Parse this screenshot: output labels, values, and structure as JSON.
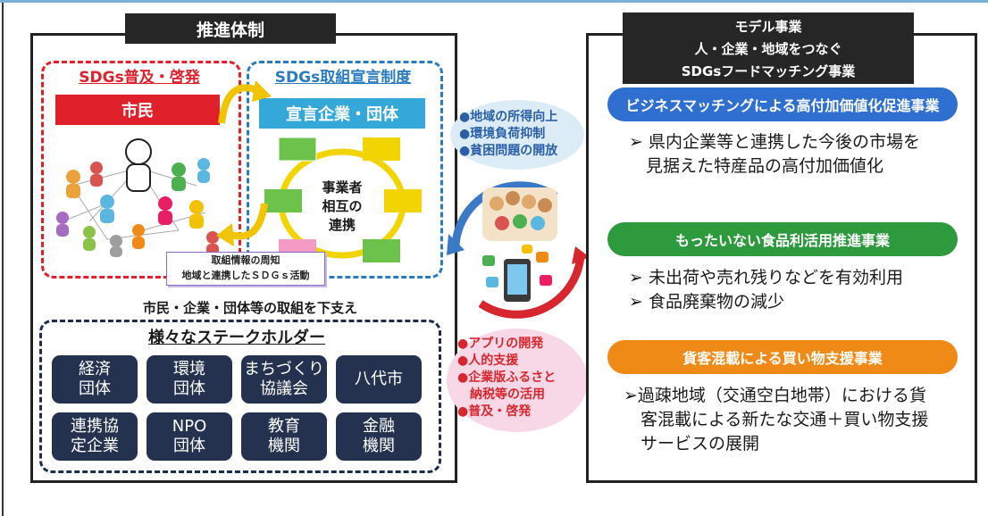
{
  "left_panel": {
    "title": "推進体制",
    "sdgs_spread": {
      "title": "SDGs普及・啓発",
      "citizen_label": "市民"
    },
    "sdgs_declare": {
      "title": "SDGs取組宣言制度",
      "company_label": "宣言企業・団体",
      "cycle_center": [
        "事業者",
        "相互の",
        "連携"
      ]
    },
    "info_box": [
      "取組情報の周知",
      "地域と連携したＳＤＧｓ活動"
    ],
    "support_text": "市民・企業・団体等の取組を下支え",
    "stakeholders": {
      "title": "様々なステークホルダー",
      "items": [
        [
          "経済",
          "団体"
        ],
        [
          "環境",
          "団体"
        ],
        [
          "まちづくり",
          "協議会"
        ],
        [
          "八代市"
        ],
        [
          "連携協",
          "定企業"
        ],
        [
          "NPO",
          "団体"
        ],
        [
          "教育",
          "機関"
        ],
        [
          "金融",
          "機関"
        ]
      ]
    }
  },
  "middle": {
    "goals": [
      "●地域の所得向上",
      "●環境負荷抑制",
      "●貧困問題の開放"
    ],
    "actions": [
      "●アプリの開発",
      "●人的支援",
      "●企業版ふるさと",
      "　納税等の活用",
      "●普及・啓発"
    ]
  },
  "right_panel": {
    "title": [
      "モデル事業",
      "人・企業・地域をつなぐ",
      "SDGsフードマッチング事業"
    ],
    "projects": [
      {
        "label": "ビジネスマッチングによる高付加価値化促進事業",
        "color": "#2f6fd0",
        "bullets": [
          "➢ 県内企業等と連携した今後の市場を",
          "　見据えた特産品の高付加価値化"
        ]
      },
      {
        "label": "もったいない食品利活用推進事業",
        "color": "#2e9a3e",
        "bullets": [
          "➢ 未出荷や売れ残りなどを有効利用",
          "➢ 食品廃棄物の減少"
        ]
      },
      {
        "label": "貨客混載による買い物支援事業",
        "color": "#f08a16",
        "bullets": [
          "➢過疎地域（交通空白地帯）における貨",
          "　客混載による新たな交通＋買い物支援",
          "　サービスの展開"
        ]
      }
    ]
  },
  "colors": {
    "red": "#e0202a",
    "blue": "#2a7bc0",
    "navy": "#24324f",
    "cyan": "#34a8d8",
    "yellow": "#f1d400",
    "arrow_red": "#d8262e",
    "arrow_blue": "#3a78c8"
  }
}
